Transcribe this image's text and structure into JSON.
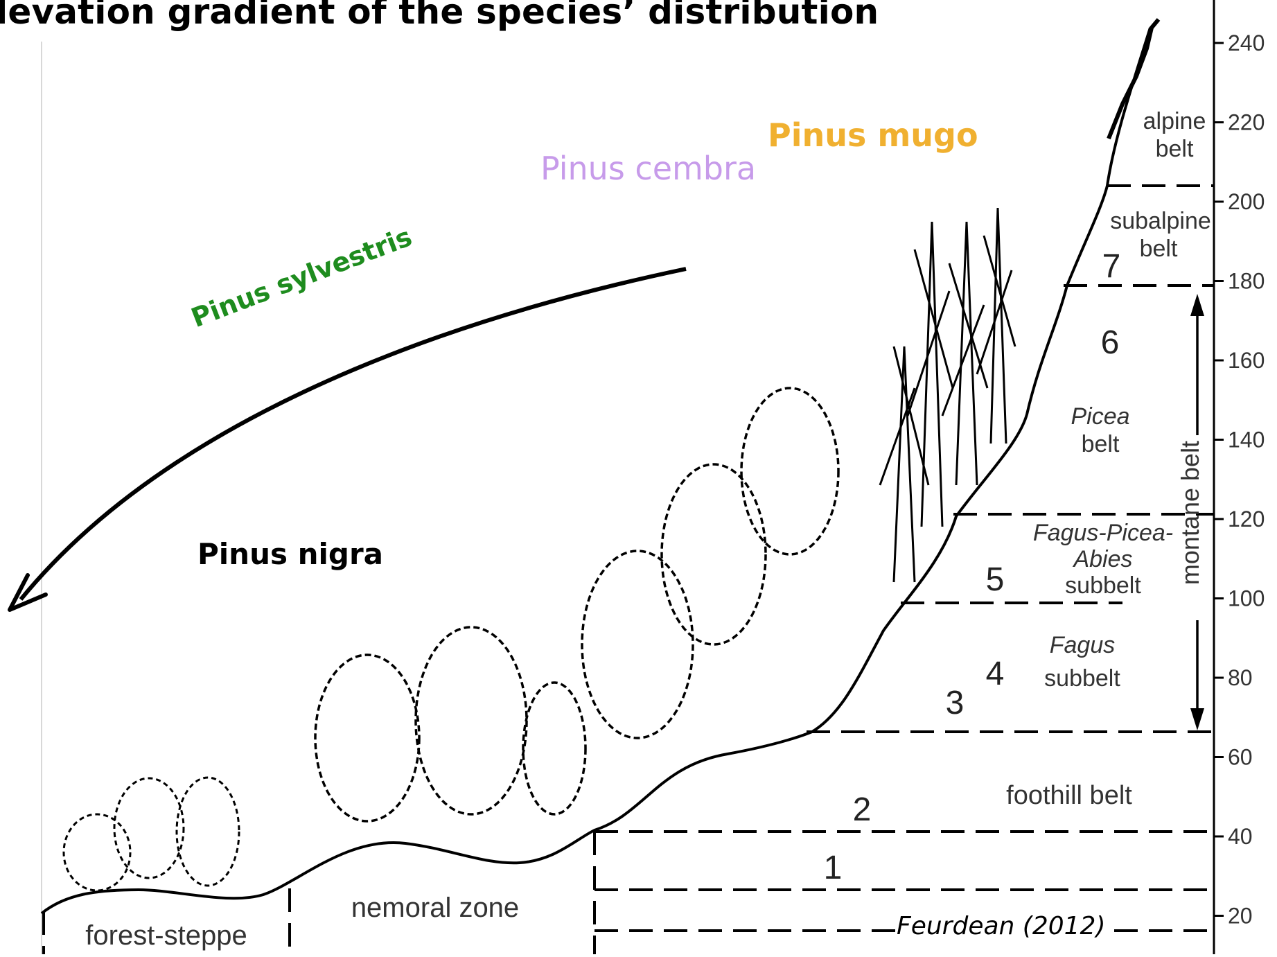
{
  "title": "levation gradient of the species’ distribution",
  "species": [
    {
      "name": "Pinus mugo",
      "color": "#F0B030"
    },
    {
      "name": "Pinus cembra",
      "color": "#C79BEA"
    },
    {
      "name": "Pinus sylvestris",
      "color": "#1E8C1E"
    },
    {
      "name": "Pinus nigra",
      "color": "#000000"
    }
  ],
  "axis_ticks": [
    "240",
    "220",
    "200",
    "180",
    "160",
    "140",
    "120",
    "100",
    "80",
    "60",
    "40",
    "20"
  ],
  "belts": {
    "alpine": [
      "alpine",
      "belt"
    ],
    "subalpine": [
      "subalpine",
      "belt"
    ],
    "picea": [
      "Picea",
      "belt"
    ],
    "fagus_picea_abies": [
      "Fagus-Picea-",
      "Abies",
      "subbelt"
    ],
    "fagus": [
      "Fagus",
      "subbelt"
    ],
    "foothill": "foothill belt",
    "montane": "montane belt"
  },
  "zones": {
    "forest_steppe": "forest-steppe",
    "nemoral": "nemoral zone"
  },
  "level_numbers": [
    "1",
    "2",
    "3",
    "4",
    "5",
    "6",
    "7"
  ],
  "citation": "Feurdean (2012)"
}
